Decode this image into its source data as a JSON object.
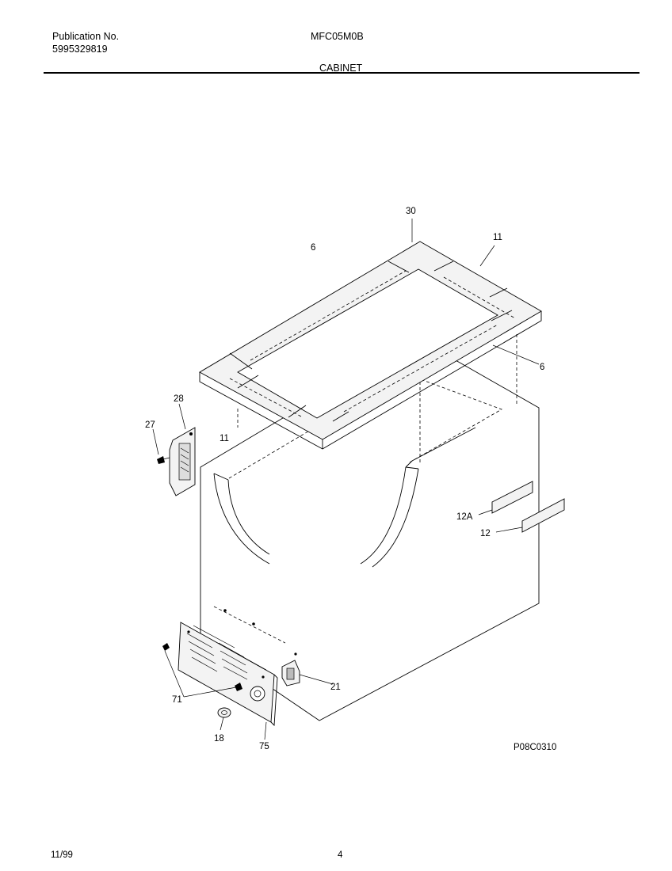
{
  "header": {
    "publication_label": "Publication No.",
    "publication_number": "5995329819",
    "model": "MFC05M0B",
    "section": "CABINET"
  },
  "callouts": {
    "c30": "30",
    "c6_top": "6",
    "c11_top": "11",
    "c6_right": "6",
    "c28": "28",
    "c27": "27",
    "c11_left": "11",
    "c12a": "12A",
    "c12": "12",
    "c21": "21",
    "c71": "71",
    "c18": "18",
    "c75": "75"
  },
  "figure_code": "P08C0310",
  "footer": {
    "date": "11/99",
    "page": "4"
  }
}
